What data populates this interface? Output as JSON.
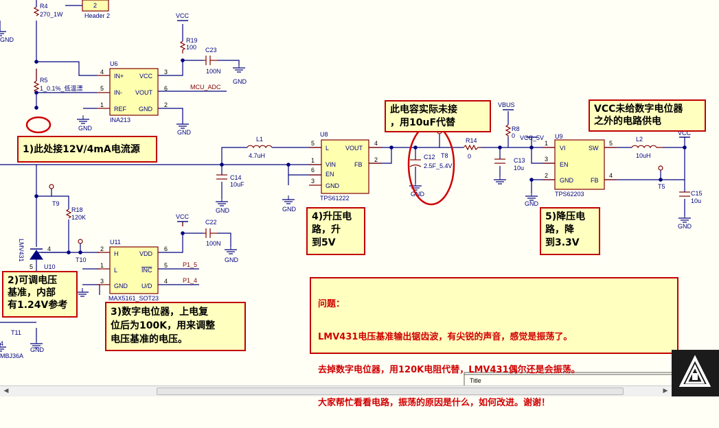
{
  "labels": {
    "r4": "R4",
    "r4_val": "270_1W",
    "header2_pin": "2",
    "header2": "Header 2",
    "r5": "R5",
    "r5_val": "1_0.1%_低温漂",
    "u6": "U6",
    "u6_part": "INA213",
    "u6_in_plus": "IN+",
    "u6_in_minus": "IN-",
    "u6_ref": "REF",
    "u6_vcc": "VCC",
    "u6_vout": "VOUT",
    "u6_gnd": "GND",
    "vcc": "VCC",
    "r19": "R19",
    "r19_val": "100",
    "c23": "C23",
    "c23_val": "100N",
    "mcu_adc": "MCU_ADC",
    "gnd": "GND",
    "l1": "L1",
    "l1_val": "4.7uH",
    "c14": "C14",
    "c14_val": "10uF",
    "u8": "U8",
    "u8_part": "TPS61222",
    "u8_l": "L",
    "u8_vin": "VIN",
    "u8_en": "EN",
    "u8_gnd": "GND",
    "u8_vout": "VOUT",
    "u8_fb": "FB",
    "c12": "C12",
    "c12_val": "2.5F_5.4V",
    "t8": "T8",
    "r14": "R14",
    "r14_val": "0",
    "vbus": "VBUS",
    "r8": "R8",
    "r8_val": "0",
    "vcc_5v": "VCC_5V",
    "c13": "C13",
    "c13_val": "10u",
    "u9": "U9",
    "u9_part": "TPS62203",
    "u9_vi": "VI",
    "u9_en": "EN",
    "u9_gnd": "GND",
    "u9_sw": "SW",
    "u9_fb": "FB",
    "l2": "L2",
    "l2_val": "10uH",
    "t5": "T5",
    "c15": "C15",
    "c15_val": "10u",
    "t9": "T9",
    "r18": "R18",
    "r18_val": "120K",
    "lmv431": "LMV431",
    "u10": "U10",
    "t10": "T10",
    "u11": "U11",
    "u11_part": "MAX5161_SOT23",
    "u11_h": "H",
    "u11_l": "L",
    "u11_gnd": "GND",
    "u11_vdd": "VDD",
    "u11_inc": "INC",
    "u11_ud": "U/D",
    "c22": "C22",
    "c22_val": "100N",
    "p1_5": "P1_5",
    "p1_4": "P1_4",
    "t11": "T11",
    "d_frag": "4",
    "smbj": "MBJ36A",
    "title": "Title",
    "pin1": "1",
    "pin2": "2",
    "pin3": "3",
    "pin4": "4",
    "pin5": "5",
    "pin6": "6"
  },
  "notes": {
    "n1": "1)此处接12V/4mA电流源",
    "n2": "2)可调电压\n基准，内部\n有1.24V参考",
    "n3": "3)数字电位器，上电复\n位后为100K，用来调整\n电压基准的电压。",
    "n4": "4)升压电\n路，升\n到5V",
    "n5": "5)降压电\n路，降\n到3.3V",
    "cap": "此电容实际未接\n，用10uF代替",
    "vcc_note": "VCC未给数字电位器\n之外的电路供电"
  },
  "question": {
    "title": "问题：",
    "line1": "LMV431电压基准输出锯齿波，有尖锐的声音，感觉是振荡了。",
    "line2": "去掉数字电位器，用120K电阻代替，LMV431偶尔还是会振荡。",
    "line3": "大家帮忙看看电路，振荡的原因是什么，如何改进。谢谢！"
  },
  "colors": {
    "wire": "#000080",
    "component": "#800000",
    "part_fill": "#ffffb0",
    "label": "#000080",
    "net": "#800000",
    "callout": "#c00000"
  }
}
